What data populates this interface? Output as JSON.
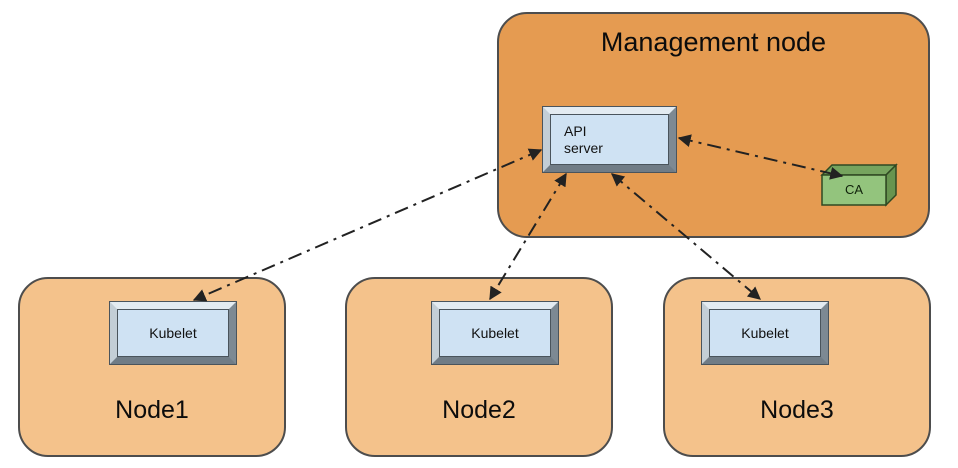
{
  "diagram": {
    "management_node": {
      "label": "Management node",
      "fill": "#E59B51",
      "components": {
        "api_server": {
          "label": "API server",
          "fill": "#CFE2F3"
        },
        "ca": {
          "label": "CA",
          "fill": "#93C47D"
        }
      }
    },
    "worker_nodes": [
      {
        "label": "Node1",
        "component": "Kubelet"
      },
      {
        "label": "Node2",
        "component": "Kubelet"
      },
      {
        "label": "Node3",
        "component": "Kubelet"
      }
    ],
    "edges": [
      {
        "from": "API server",
        "to": "Kubelet (Node1)",
        "style": "dash-dot",
        "bidirectional": true
      },
      {
        "from": "API server",
        "to": "Kubelet (Node2)",
        "style": "dash-dot",
        "bidirectional": true
      },
      {
        "from": "API server",
        "to": "Kubelet (Node3)",
        "style": "dash-dot",
        "bidirectional": true
      },
      {
        "from": "API server",
        "to": "CA",
        "style": "dash-dot",
        "bidirectional": true
      }
    ],
    "colors": {
      "management_fill": "#E59B51",
      "worker_fill": "#F4C28B",
      "component_fill": "#CFE2F3",
      "ca_fill": "#93C47D",
      "edge": "#222222",
      "background": "#FFFFFF"
    }
  }
}
